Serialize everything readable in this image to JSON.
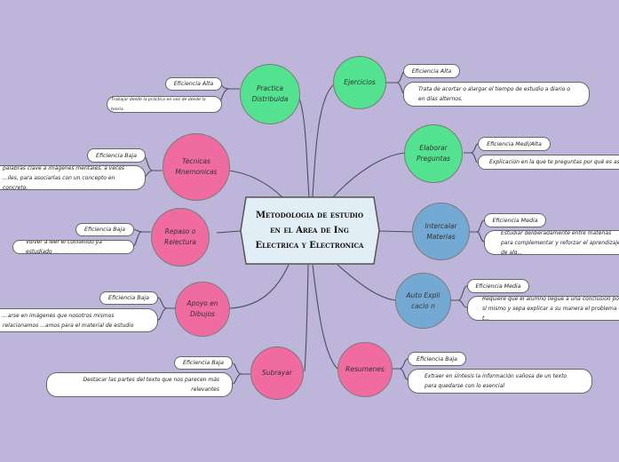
{
  "central_topic": "Metodologia de estudio en el Area de Ing Electrica y Electronica",
  "colors": {
    "background": "#bdb6da",
    "high_efficiency": "#53e28f",
    "low_efficiency": "#f06b9f",
    "medium_efficiency": "#74a9d4",
    "central_fill": "#e2eef5"
  },
  "left_branches": [
    {
      "title": "Practica Distribuida",
      "color": "green",
      "efficiency": "Eficiencia Alta",
      "description": "Trabajar desde la práctica en vez de desde la teoría"
    },
    {
      "title": "Tecnicas Mnemonicas",
      "color": "pink",
      "efficiency": "Eficiencia Baja",
      "description": "palabras clave a imágenes mentales, a veces ...iles, para asociarlas con un concepto en concreto."
    },
    {
      "title": "Repaso o Relectura",
      "color": "pink",
      "efficiency": "Eficiencia Baja",
      "description": "Volver a leer el contenido ya estudiado"
    },
    {
      "title": "Apoyo en Dibujos",
      "color": "pink",
      "efficiency": "Eficiencia Baja",
      "description": "...arse en imágenes que nosotros mismos relacionamos ...amos para el material de estudio"
    },
    {
      "title": "Subrayar",
      "color": "pink",
      "efficiency": "Eficiencia Baja",
      "description": "Destacar las partes del texto que nos parecen más relevantes"
    }
  ],
  "right_branches": [
    {
      "title": "Ejercicios",
      "color": "green",
      "efficiency": "Eficiencia Alta",
      "description": "Trata de acortar o alargar el tiempo de estudio a diario o en días alternos."
    },
    {
      "title": "Elaborar Preguntas",
      "color": "green",
      "efficiency": "Eficiencia Medi/Alta",
      "description": "Explicación en la que te preguntas por qué es ası..."
    },
    {
      "title": "Intercalar Materias",
      "color": "blue",
      "efficiency": "Eficiencia Media",
      "description": "Estudiar deliberadamente entre materias para complementar y reforzar el aprendizaje de alg..."
    },
    {
      "title": "Auto Explicacio n",
      "color": "blue",
      "efficiency": "Eficiencia Media",
      "description": "Requiere que el alumno llegue a una conclusión por sí mismo y sepa explicar a su manera el problema o t..."
    },
    {
      "title": "Resumenes",
      "color": "pink",
      "efficiency": "Eficiencia Baja",
      "description": "Extraer en síntesis la información valiosa de un texto para quedarse con lo esencial"
    }
  ]
}
